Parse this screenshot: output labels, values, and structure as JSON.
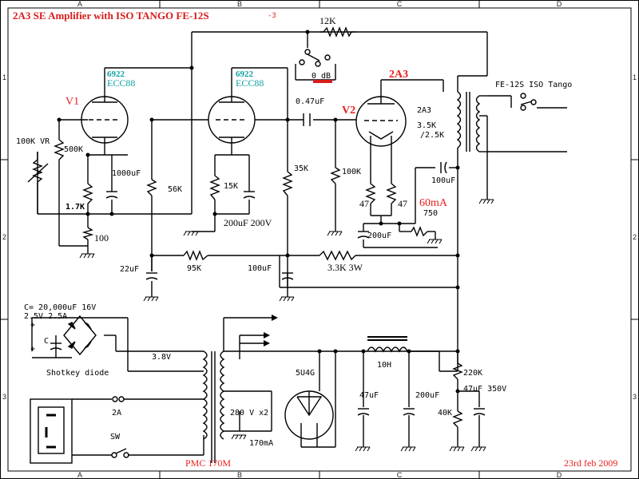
{
  "title": "2A3 SE Amplifier  with ISO TANGO FE-12S",
  "title_rev": "-3",
  "date": "23rd feb 2009",
  "grid": {
    "cols": [
      "A",
      "B",
      "C",
      "D"
    ],
    "rows": [
      "1",
      "2",
      "3"
    ]
  },
  "tubes": {
    "v1_label": "V1",
    "v1_type": "6922",
    "v1_type2": "ECC88",
    "v2_type": "6922",
    "v2_type2": "ECC88",
    "v3_label": "V2",
    "v3_type": "2A3",
    "v3_type_small": "2A3",
    "rect_type": "5U4G"
  },
  "components": {
    "r_feedback": "12K",
    "attenuator": "0 dB",
    "cap_coupling": "0.47uF",
    "vr": "100K VR",
    "r500k": "500K",
    "r1k7": "1.7K",
    "c1000": "1000uF",
    "r100": "100",
    "r56k": "56K",
    "r15k": "15K",
    "c200_200": "200uF 200V",
    "r35k": "35K",
    "r100k": "100K",
    "r47a": "47",
    "r47b": "47",
    "current": "60mA",
    "r750": "750",
    "c200": "200uF",
    "c100_out": "100uF",
    "c22": "22uF",
    "r95k": "95K",
    "c100": "100uF",
    "r3k3": "3.3K 3W",
    "otx": "FE-12S ISO Tango",
    "otx_imp": "3.5K",
    "otx_imp2": "/2.5K",
    "c_fil": "C= 20,000uF 16V",
    "fil_v": "2.5V  2.5A",
    "plus_a": "+",
    "plus_b": "+",
    "c_letter": "C",
    "schottky": "Shotkey diode",
    "v38": "3.8V",
    "choke": "10H",
    "r220k": "220K",
    "c47_350": "47uF 350V",
    "c47": "47uF",
    "c200b": "200uF",
    "r40k": "40K",
    "fuse": "2A",
    "sw": "SW",
    "ptx_v": "280 V x2",
    "ptx_ma": "170mA",
    "ptx": "PMC 170M"
  }
}
